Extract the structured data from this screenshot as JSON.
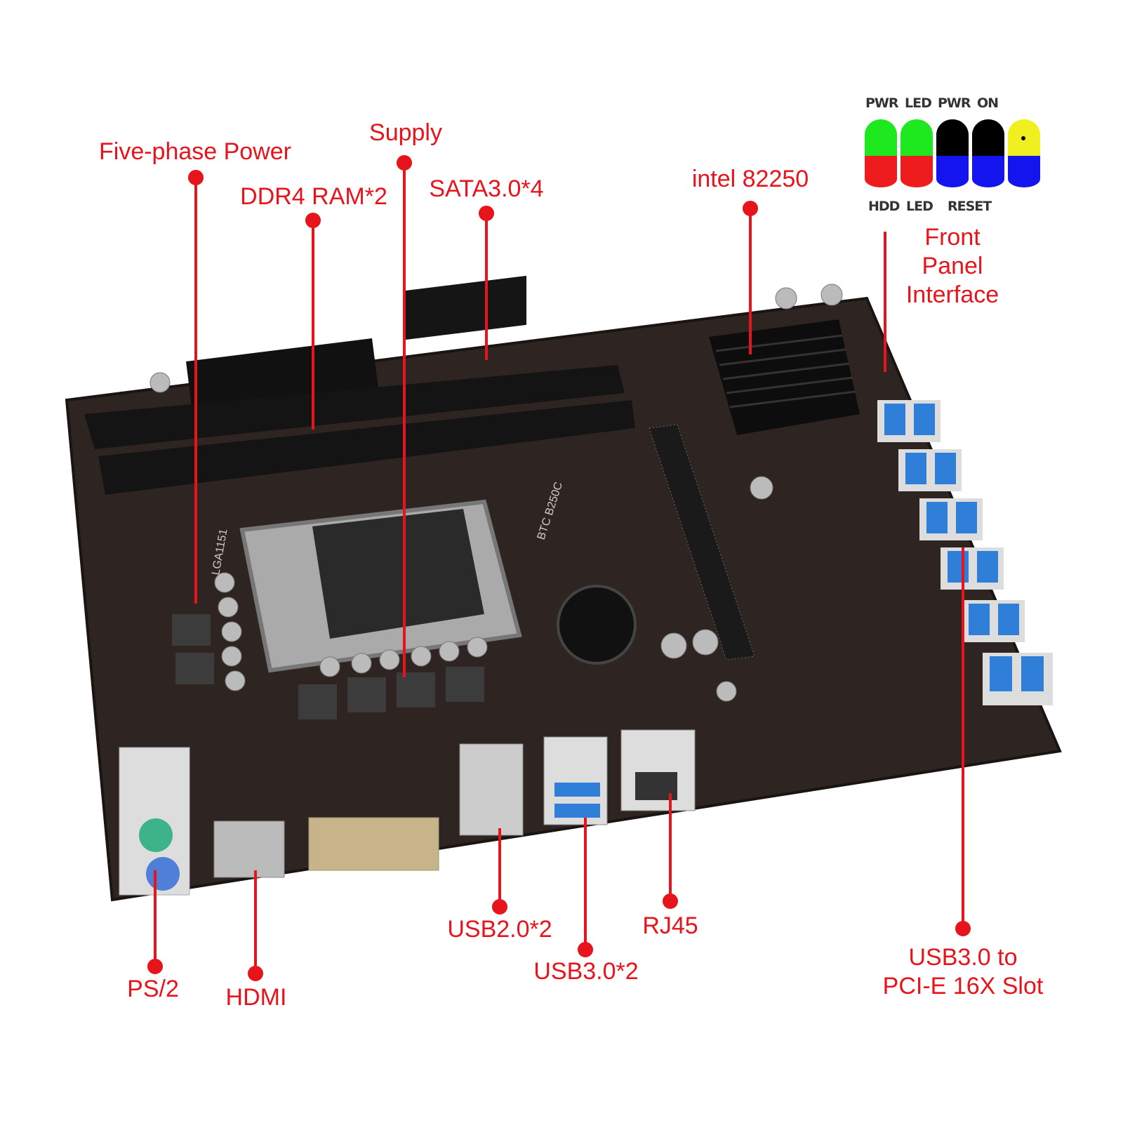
{
  "callouts": {
    "five_phase": "Five-phase Power",
    "supply": "Supply",
    "ddr4": "DDR4 RAM*2",
    "sata": "SATA3.0*4",
    "chipset": "intel 82250",
    "front_panel": [
      "Front",
      "Panel",
      "Interface"
    ],
    "ps2": "PS/2",
    "hdmi": "HDMI",
    "usb2": "USB2.0*2",
    "usb3": "USB3.0*2",
    "rj45": "RJ45",
    "usb_pcie": [
      "USB3.0 to",
      "PCI-E 16X Slot"
    ]
  },
  "front_panel_legend": {
    "top_labels": [
      "PWR",
      "LED",
      "PWR",
      "ON"
    ],
    "bottom_labels": [
      "HDD",
      "LED",
      "RESET"
    ],
    "pins_top_colors": [
      "#1ee81e",
      "#1ee81e",
      "#000000",
      "#000000",
      "#f0f020"
    ],
    "pins_bottom_colors": [
      "#ee1c1c",
      "#ee1c1c",
      "#1414ee",
      "#1414ee",
      "#1414ee"
    ]
  },
  "board_markings": {
    "model": "BTC B250C",
    "socket": "LGA1151"
  },
  "colors": {
    "callout": "#e8141c",
    "board": "#2e2523",
    "usb3": "#2f7fd8"
  }
}
